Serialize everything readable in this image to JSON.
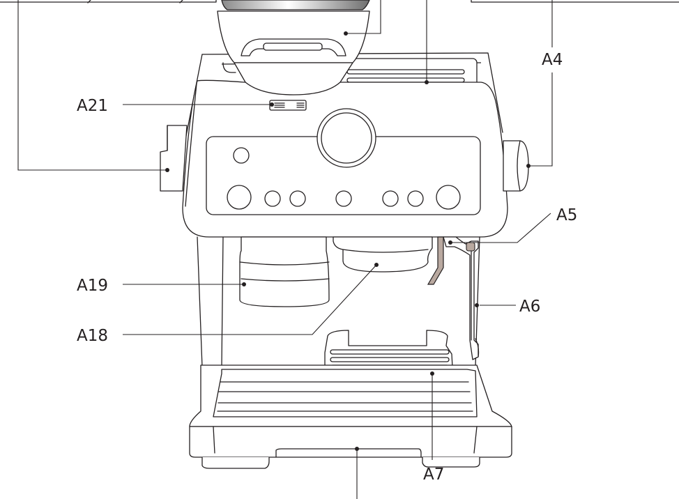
{
  "callouts": {
    "a4": "A4",
    "a5": "A5",
    "a6": "A6",
    "a7": "A7",
    "a18": "A18",
    "a19": "A19",
    "a21": "A21"
  },
  "colors": {
    "line": "#231f20",
    "background": "#ffffff",
    "steam_wand_metal": "#b9a9a0"
  },
  "icons": [
    "coffee-machine-illustration"
  ]
}
